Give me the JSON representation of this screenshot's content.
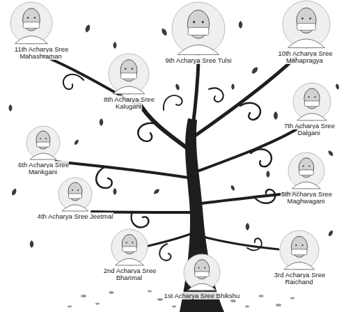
{
  "diagram": {
    "nodes": [
      {
        "text": [
          "11th Acharya Sree Mahashraman"
        ]
      },
      {
        "text": [
          "9th Acharya Sree Tulsi"
        ]
      },
      {
        "text": [
          "10th Acharya Sree Mahapragya"
        ]
      },
      {
        "text": [
          "8th Acharya Sree Kalugani"
        ]
      },
      {
        "text": [
          "7th Acharya Sree Dalgani"
        ]
      },
      {
        "text": [
          "6th Acharya Sree Mankgani"
        ]
      },
      {
        "text": [
          "5th Acharya Sree Maghwagani"
        ]
      },
      {
        "text": [
          "4th Acharya Sree Jeetmal"
        ]
      },
      {
        "text": [
          "2nd Acharya Sree Bharimal"
        ]
      },
      {
        "text": [
          "3rd Acharya Sree Raichand"
        ]
      },
      {
        "text": [
          "1st Acharya Sree Bhikshu"
        ]
      }
    ]
  }
}
